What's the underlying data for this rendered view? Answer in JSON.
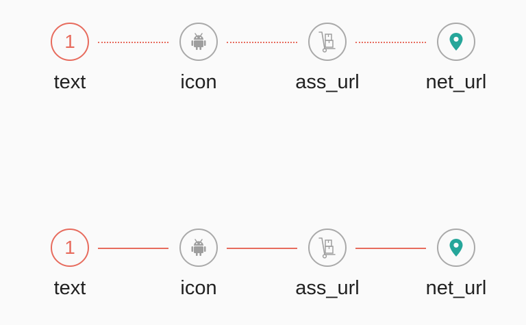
{
  "colors": {
    "accent": "#e76b5d",
    "inactive_border": "#a9a9a9",
    "icon_gray": "#9e9e9e",
    "location_teal": "#26a69a",
    "label_text": "#212121",
    "background": "#fafafa"
  },
  "stepper_dotted": {
    "connector_style": "dotted",
    "steps": [
      {
        "label": "text",
        "number": "1",
        "icon": "number-1"
      },
      {
        "label": "icon",
        "icon": "android-icon"
      },
      {
        "label": "ass_url",
        "icon": "hand-truck-icon"
      },
      {
        "label": "net_url",
        "icon": "location-pin-icon"
      }
    ]
  },
  "stepper_solid": {
    "connector_style": "solid",
    "steps": [
      {
        "label": "text",
        "number": "1",
        "icon": "number-1"
      },
      {
        "label": "icon",
        "icon": "android-icon"
      },
      {
        "label": "ass_url",
        "icon": "hand-truck-icon"
      },
      {
        "label": "net_url",
        "icon": "location-pin-icon"
      }
    ]
  }
}
